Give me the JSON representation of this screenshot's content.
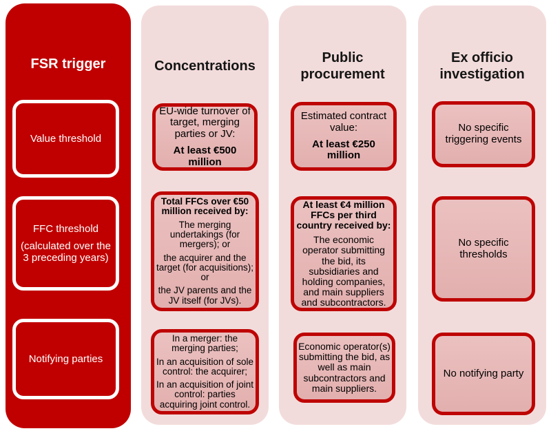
{
  "fsr_column": {
    "title": "FSR trigger",
    "value_threshold_label": "Value threshold",
    "ffc_threshold_label": "FFC threshold",
    "ffc_threshold_note": "(calculated over the 3 preceding years)",
    "notifying_parties_label": "Notifying parties"
  },
  "concentrations": {
    "title": "Concentrations",
    "value_threshold": {
      "intro": "EU-wide turnover of target, merging parties or JV:",
      "amount": "At least €500 million"
    },
    "ffc_threshold": {
      "heading": "Total FFCs over €50 million received by:",
      "items": [
        "The merging undertakings (for mergers); or",
        "the acquirer and the target (for acquisitions); or",
        "the JV parents and the JV itself (for JVs)."
      ]
    },
    "notifying_parties": {
      "items": [
        "In a merger: the merging parties;",
        "In an acquisition of sole control: the acquirer;",
        "In an acquisition of joint control: parties acquiring joint control."
      ]
    }
  },
  "public_procurement": {
    "title": "Public procurement",
    "value_threshold": {
      "intro": "Estimated contract value:",
      "amount": "At least €250 million"
    },
    "ffc_threshold": {
      "heading": "At least €4 million FFCs per third country received by:",
      "body": "The economic operator submitting the bid, its subsidiaries and holding companies, and main suppliers and subcontractors."
    },
    "notifying_parties": {
      "body": "Economic operator(s) submitting the bid, as well as main subcontractors and main suppliers."
    }
  },
  "ex_officio": {
    "title": "Ex officio investigation",
    "value_threshold": "No specific triggering events",
    "ffc_threshold": "No specific thresholds",
    "notifying_parties": "No notifying party"
  },
  "colors": {
    "dark_red": "#C00000",
    "light_pink": "#F2DCDB",
    "box_pink": "#E6B9B8",
    "border_red": "#BE0404",
    "white": "#FFFFFF",
    "text_black": "#151515"
  }
}
